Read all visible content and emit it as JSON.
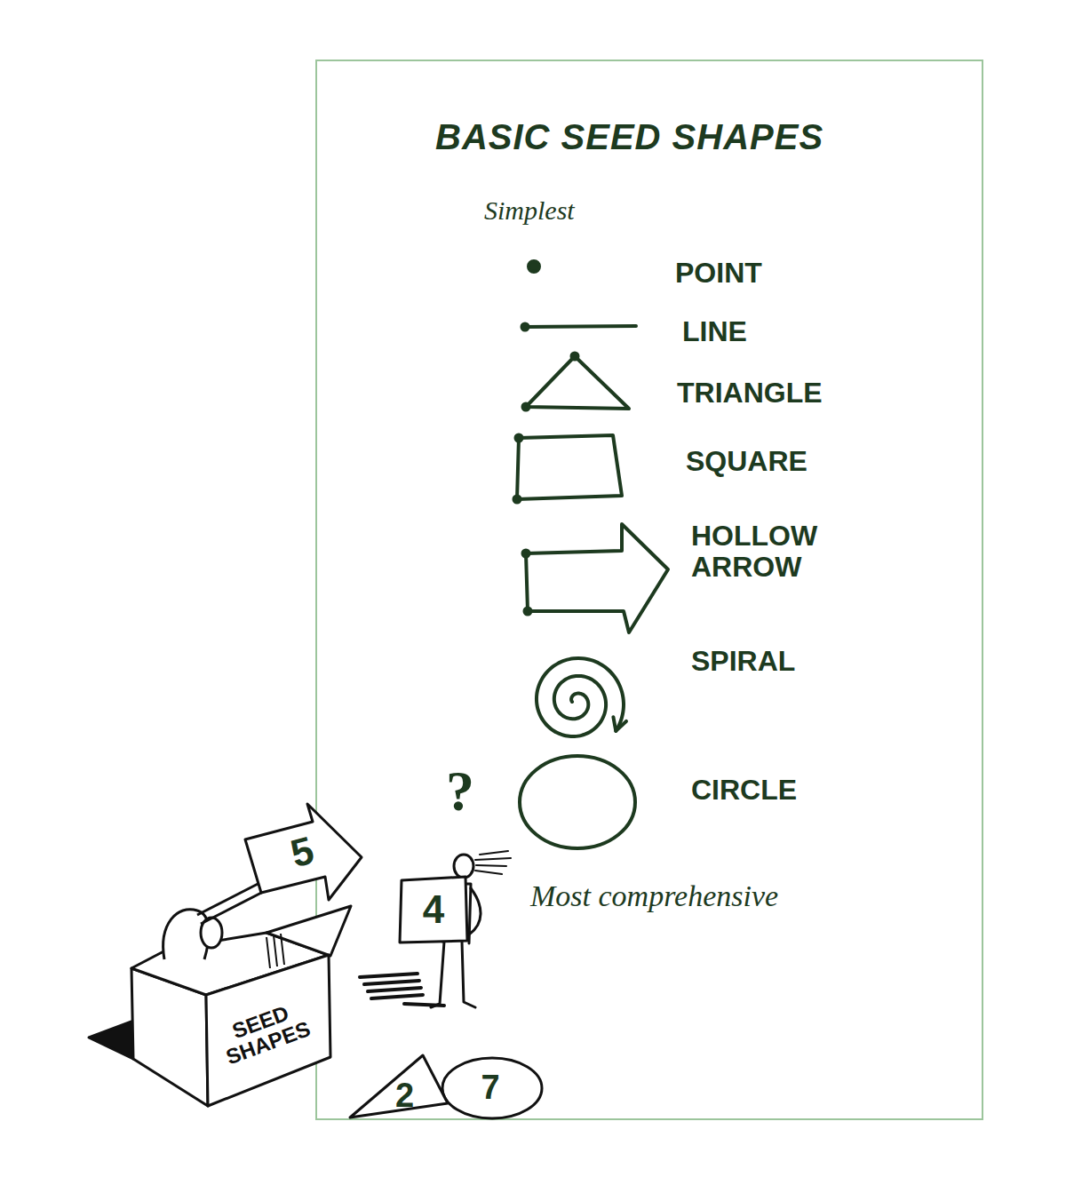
{
  "diagram": {
    "title": "BASIC SEED SHAPES",
    "nodes": [
      {
        "text": [
          "5"
        ]
      },
      {
        "text": [
          "4"
        ]
      },
      {
        "text": [
          "SEED SHAPES"
        ]
      },
      {
        "text": [
          "2"
        ]
      },
      {
        "text": [
          "7"
        ]
      }
    ],
    "labels": [
      "Simplest",
      "POINT",
      "LINE",
      "TRIANGLE",
      "SQUARE",
      "HOLLOW ARROW",
      "SPIRAL",
      "?",
      "CIRCLE",
      "Most comprehensive"
    ]
  }
}
